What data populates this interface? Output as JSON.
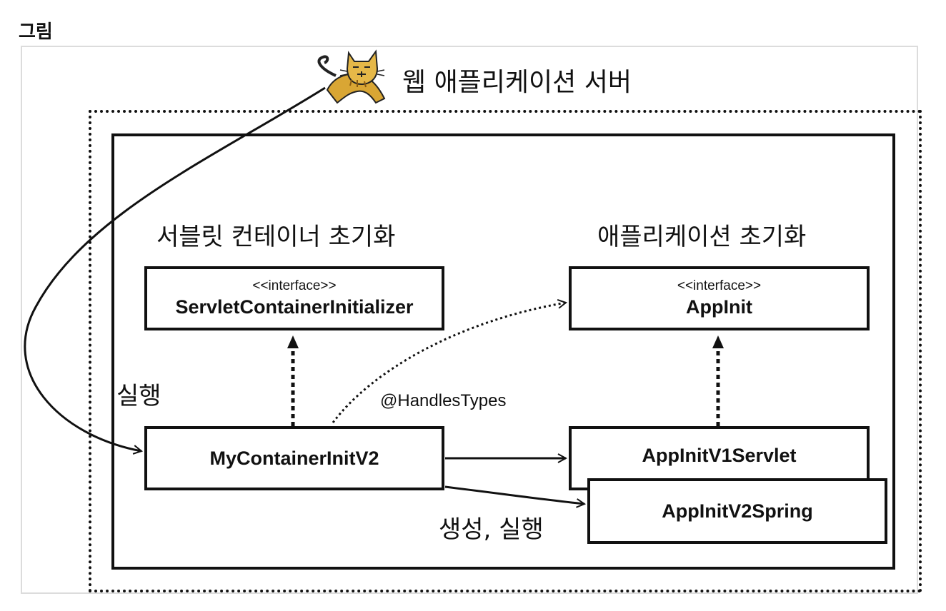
{
  "heading": "그림",
  "server": {
    "title": "웹 애플리케이션 서버",
    "logo_icon": "tomcat-cat-icon"
  },
  "servlet_section": {
    "title": "서블릿 컨테이너 초기화",
    "interface": {
      "stereotype": "<<interface>>",
      "name": "ServletContainerInitializer"
    }
  },
  "app_section": {
    "title": "애플리케이션 초기화",
    "interface": {
      "stereotype": "<<interface>>",
      "name": "AppInit"
    }
  },
  "classes": {
    "container_init": "MyContainerInitV2",
    "servlet_init": "AppInitV1Servlet",
    "spring_init": "AppInitV2Spring"
  },
  "labels": {
    "execute": "실행",
    "handles_types": "@HandlesTypes",
    "create_execute": "생성, 실행"
  }
}
